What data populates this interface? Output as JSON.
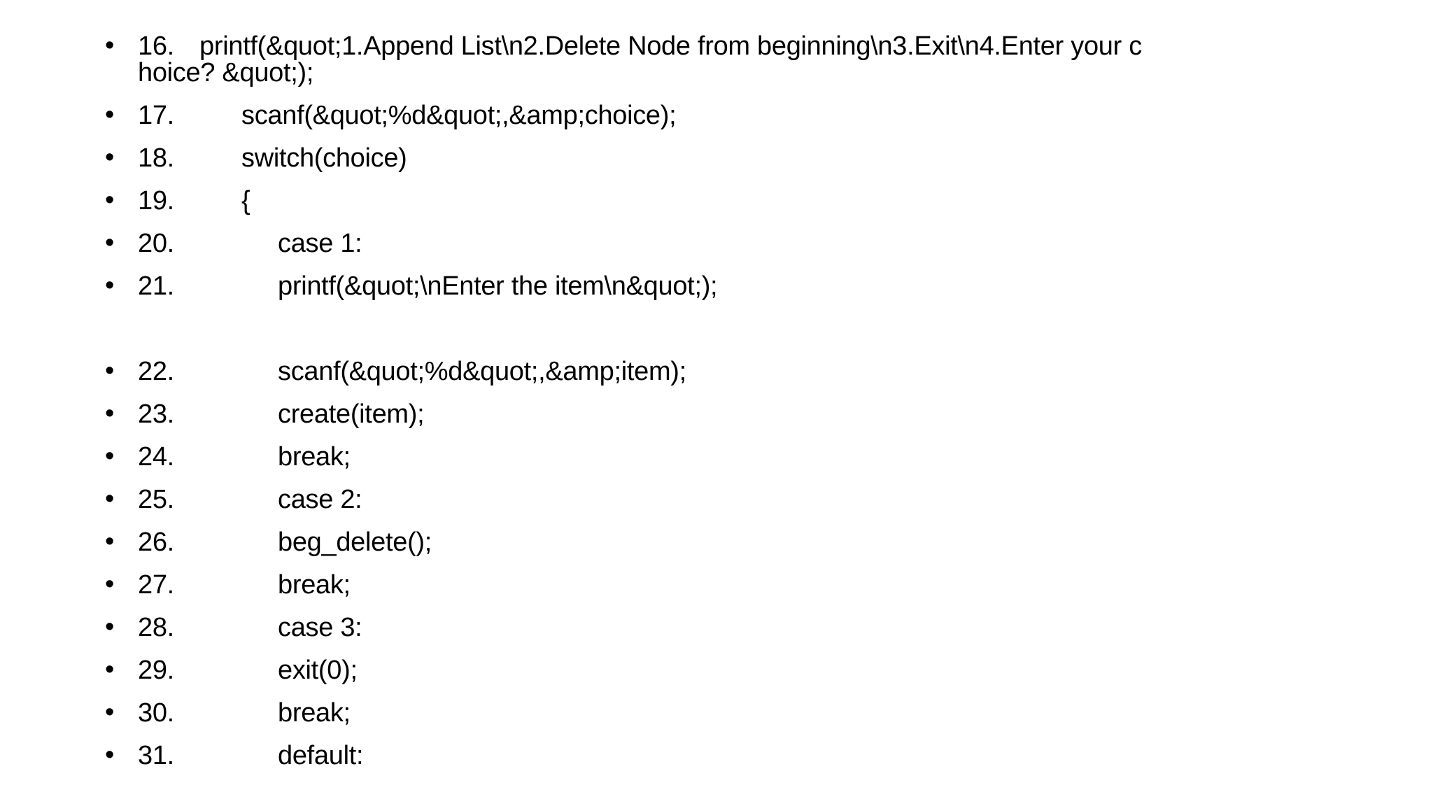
{
  "page": {
    "background_color": "#ffffff",
    "text_color": "#000000"
  },
  "bullet_glyph": "•",
  "code_list": {
    "description": "numbered C code lines shown with literal HTML entities",
    "items": [
      {
        "number": "16.",
        "level": 1,
        "line1": "printf(&quot;1.Append List\\n2.Delete Node from beginning\\n3.Exit\\n4.Enter your c",
        "line2": "hoice? &quot;);"
      },
      {
        "number": "17.",
        "level": 2,
        "line1": "scanf(&quot;%d&quot;,&amp;choice);"
      },
      {
        "number": "18.",
        "level": 2,
        "line1": "switch(choice)"
      },
      {
        "number": "19.",
        "level": 2,
        "line1": "{"
      },
      {
        "number": "20.",
        "level": 3,
        "line1": "case 1:"
      },
      {
        "number": "21.",
        "level": 3,
        "line1": "printf(&quot;\\nEnter the item\\n&quot;);"
      },
      {
        "number": "22.",
        "level": 3,
        "line1": "scanf(&quot;%d&quot;,&amp;item);"
      },
      {
        "number": "23.",
        "level": 3,
        "line1": "create(item);"
      },
      {
        "number": "24.",
        "level": 3,
        "line1": "break;"
      },
      {
        "number": "25.",
        "level": 3,
        "line1": "case 2:"
      },
      {
        "number": "26.",
        "level": 3,
        "line1": "beg_delete();"
      },
      {
        "number": "27.",
        "level": 3,
        "line1": "break;"
      },
      {
        "number": "28.",
        "level": 3,
        "line1": "case 3:"
      },
      {
        "number": "29.",
        "level": 3,
        "line1": "exit(0);"
      },
      {
        "number": "30.",
        "level": 3,
        "line1": "break;"
      },
      {
        "number": "31.",
        "level": 3,
        "line1": "default:"
      }
    ]
  }
}
